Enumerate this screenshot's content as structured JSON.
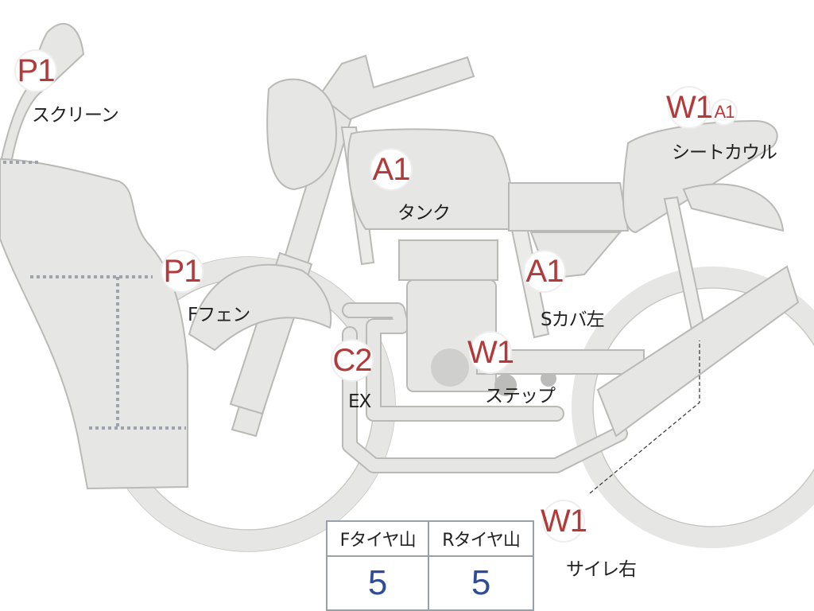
{
  "markers": {
    "screen": {
      "code": "P1",
      "label": "スクリーン"
    },
    "front_fender": {
      "code": "P1",
      "label": "Fフェン"
    },
    "tank": {
      "code": "A1",
      "label": "タンク"
    },
    "side_cover_left": {
      "code": "A1",
      "label": "Sカバ左"
    },
    "seat_cowl": {
      "code": "W1",
      "code_secondary": "A1",
      "label": "シートカウル"
    },
    "exhaust": {
      "code": "C2",
      "label": "EX"
    },
    "step": {
      "code": "W1",
      "label": "ステップ"
    },
    "silencer_right": {
      "code": "W1",
      "label": "サイレ右"
    }
  },
  "tire_tread": {
    "front_header": "Fタイヤ山",
    "rear_header": "Rタイヤ山",
    "front_value": "5",
    "rear_value": "5"
  },
  "colors": {
    "body_fill": "#e6e6e4",
    "outline": "#b9b9b6",
    "marker_code": "#b23a3a",
    "table_value": "#2e4c98"
  }
}
